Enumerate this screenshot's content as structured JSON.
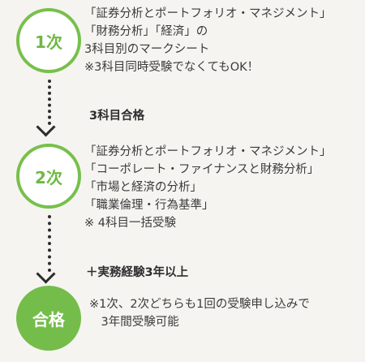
{
  "steps": [
    {
      "badge": "1次",
      "lines": [
        "「証券分析とポートフォリオ・マネジメント」",
        "「財務分析」「経済」の",
        "3科目別のマークシート",
        "※3科目同時受験でなくてもOK！"
      ]
    },
    {
      "badge": "2次",
      "lines": [
        "「証券分析とポートフォリオ・マネジメント」",
        "「コーポレート・ファイナンスと財務分析」",
        "「市場と経済の分析」",
        "「職業倫理・行為基準」",
        "※ 4科目一括受験"
      ]
    },
    {
      "badge": "合格",
      "lines": [
        "※1次、2次どちらも1回の受験申し込みで",
        "　3年間受験可能"
      ]
    }
  ],
  "transitions": [
    "3科目合格",
    "＋実務経験3年以上"
  ],
  "colors": {
    "accent_green": "#74bd4a",
    "background": "#f6f4f1",
    "text": "#3b3b3b"
  }
}
